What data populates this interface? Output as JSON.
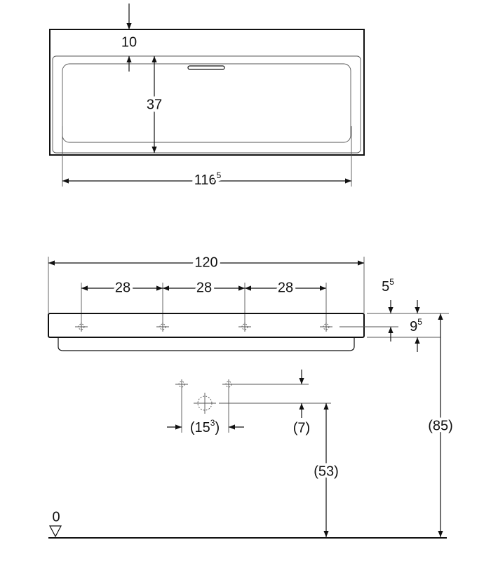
{
  "top_view": {
    "rim_depth": "10",
    "basin_depth": "37",
    "basin_width_main": "116",
    "basin_width_sup": "5"
  },
  "front_view": {
    "overall_width": "120",
    "tap_spacing": [
      "28",
      "28",
      "28"
    ],
    "tap_offset_main": "5",
    "tap_offset_sup": "5",
    "rim_height_main": "9",
    "rim_height_sup": "5",
    "mounting_height": "(85)",
    "waste_offset_open": "(15",
    "waste_offset_sup": "3",
    "waste_offset_close": ")",
    "supply_spacing": "(7)",
    "waste_height": "(53)",
    "floor_level": "0"
  }
}
